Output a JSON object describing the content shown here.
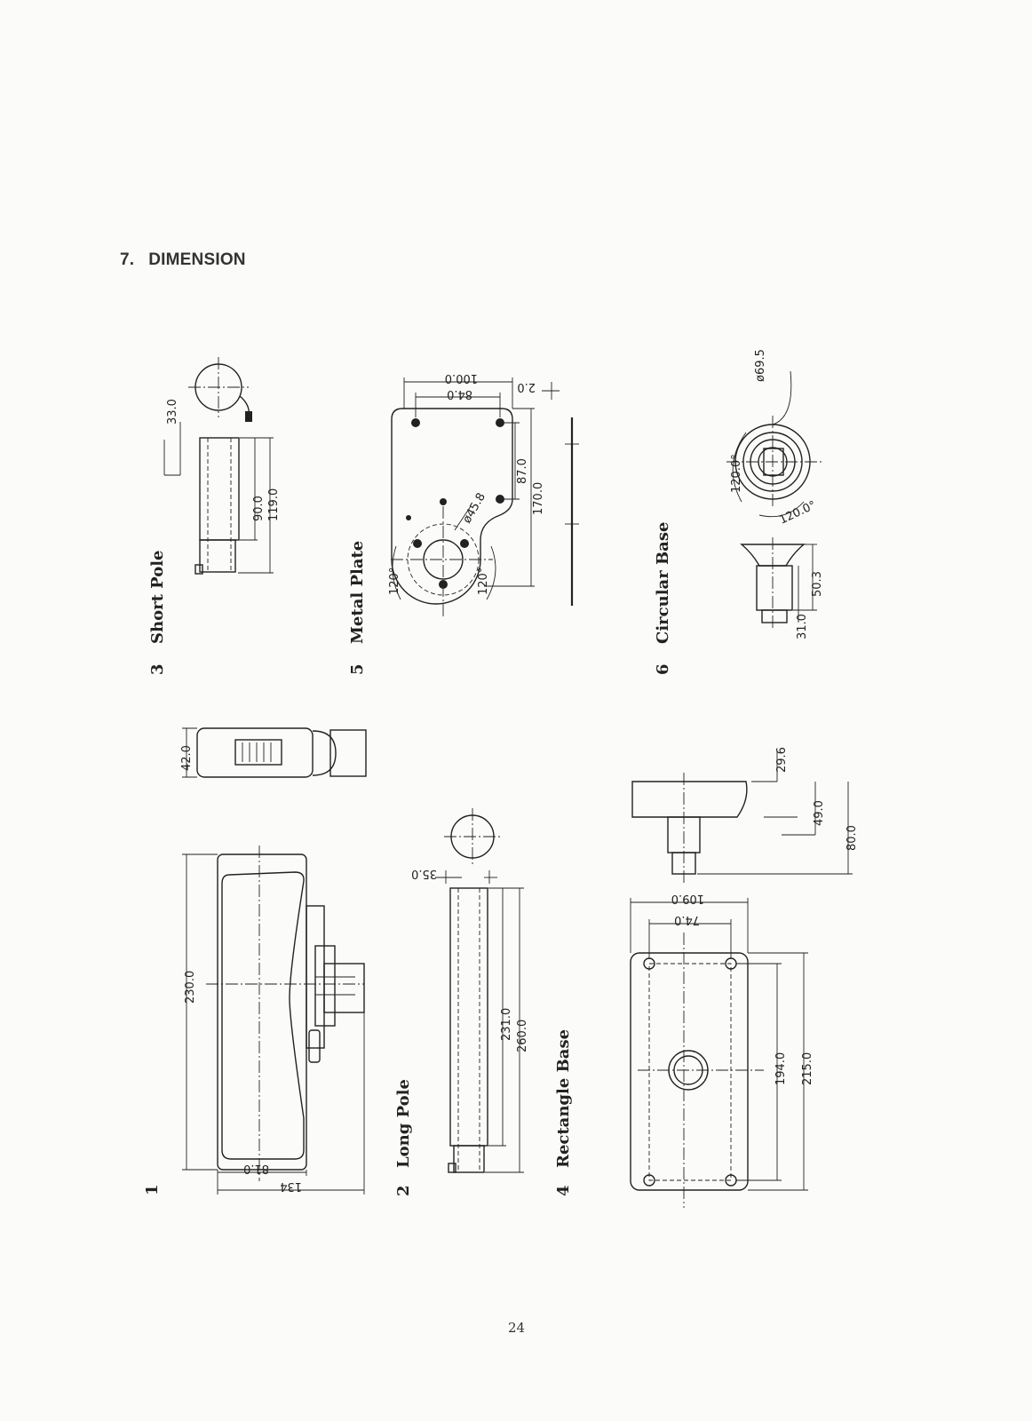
{
  "section": {
    "number": "7.",
    "title": "DIMENSION"
  },
  "parts": [
    {
      "number": "1",
      "name": ""
    },
    {
      "number": "2",
      "name": "Long Pole"
    },
    {
      "number": "3",
      "name": "Short Pole"
    },
    {
      "number": "4",
      "name": "Rectangle Base"
    },
    {
      "number": "5",
      "name": "Metal Plate"
    },
    {
      "number": "6",
      "name": "Circular Base"
    }
  ],
  "dimensions": {
    "p1": {
      "length": "230.0",
      "depth_a": "81.0",
      "depth_b": "134",
      "side": "42.0"
    },
    "p2": {
      "diameter": "35.0",
      "inner": "231.0",
      "overall": "260.0"
    },
    "p3": {
      "diameter": "33.0",
      "inner": "90.0",
      "overall": "119.0"
    },
    "p4": {
      "width": "109.0",
      "hole_spacing": "74.0",
      "hole_length": "194.0",
      "length": "215.0",
      "top": "29.6",
      "mid": "49.0",
      "height": "80.0"
    },
    "p5": {
      "width": "100.0",
      "hole_spacing": "84.0",
      "thickness": "2.0",
      "mid": "87.0",
      "length": "170.0",
      "hole": "ø45.8",
      "angle_a": "120°",
      "angle_b": "120°"
    },
    "p6": {
      "diameter": "ø69.5",
      "angle_a": "120.0°",
      "angle_b": "120.0°",
      "height": "50.3",
      "base": "31.0"
    }
  },
  "page_number": "24"
}
